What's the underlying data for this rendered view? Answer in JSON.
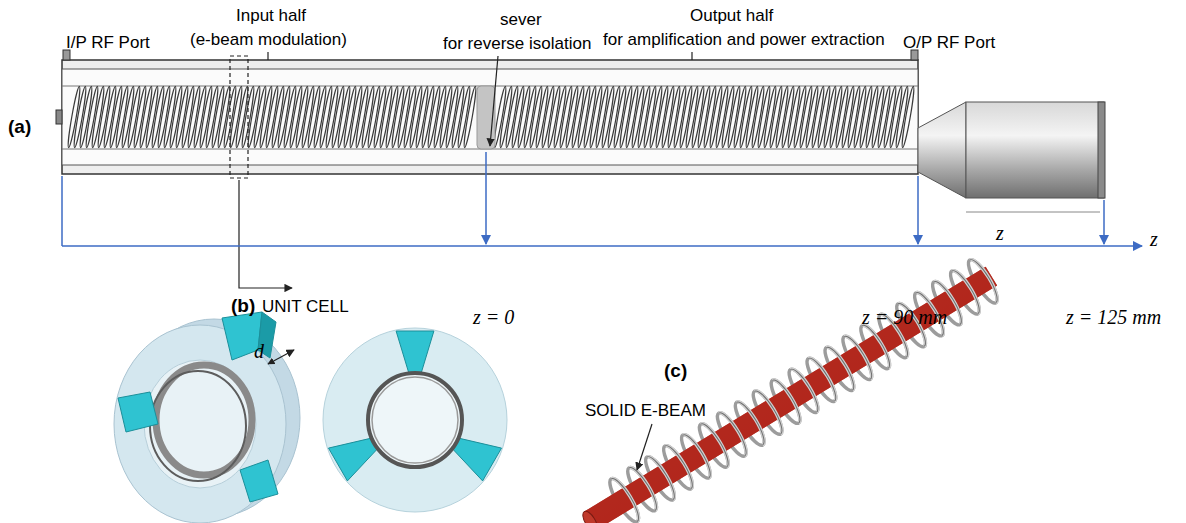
{
  "diagram": {
    "labels": [
      "I/P RF Port",
      "Input half",
      "(e-beam modulation)",
      "sever",
      "for reverse isolation",
      "Output half",
      "for amplification and power extraction",
      "O/P RF Port",
      "(a)",
      "z",
      "z = 0",
      "z = 90 mm",
      "z = 125 mm",
      "z",
      "(b)",
      "UNIT CELL",
      "d",
      "(c)",
      "SOLID E-BEAM"
    ]
  }
}
